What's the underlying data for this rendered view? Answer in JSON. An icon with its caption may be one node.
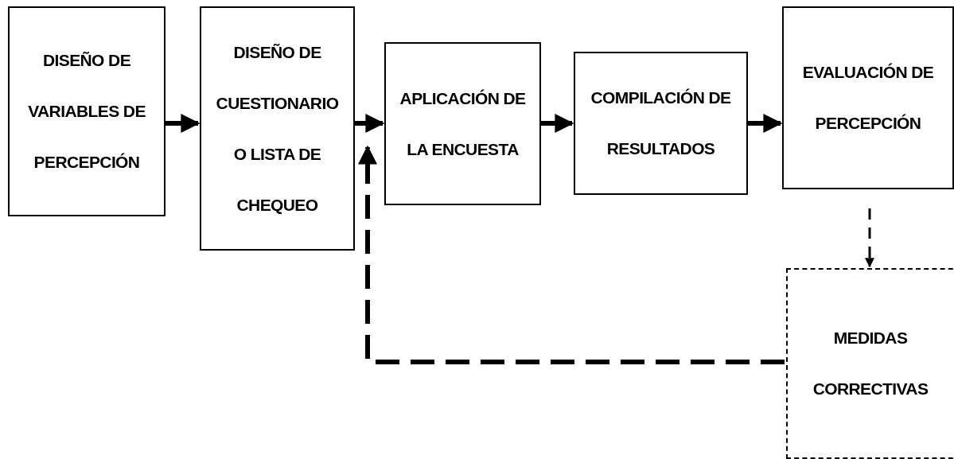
{
  "diagram": {
    "nodes": [
      {
        "text": [
          "DISEÑO DE VARIABLES DE PERCEPCIÓN"
        ]
      },
      {
        "text": [
          "DISEÑO DE CUESTIONARIO O LISTA DE CHEQUEO"
        ]
      },
      {
        "text": [
          "APLICACIÓN DE LA ENCUESTA"
        ]
      },
      {
        "text": [
          "COMPILACIÓN DE RESULTADOS"
        ]
      },
      {
        "text": [
          "EVALUACIÓN DE PERCEPCIÓN"
        ]
      },
      {
        "text": [
          "MEDIDAS CORRECTIVAS"
        ]
      }
    ],
    "edges": [
      {
        "from": 0,
        "to": 1,
        "arrow": "to"
      },
      {
        "from": 1,
        "to": 2,
        "arrow": "to"
      },
      {
        "from": 2,
        "to": 3,
        "arrow": "to"
      },
      {
        "from": 3,
        "to": 4,
        "arrow": "to"
      },
      {
        "from": 4,
        "to": 5,
        "arrow": "to",
        "style": "dashed"
      },
      {
        "from": 5,
        "to": 2,
        "arrow": "to",
        "style": "dashed"
      }
    ]
  }
}
